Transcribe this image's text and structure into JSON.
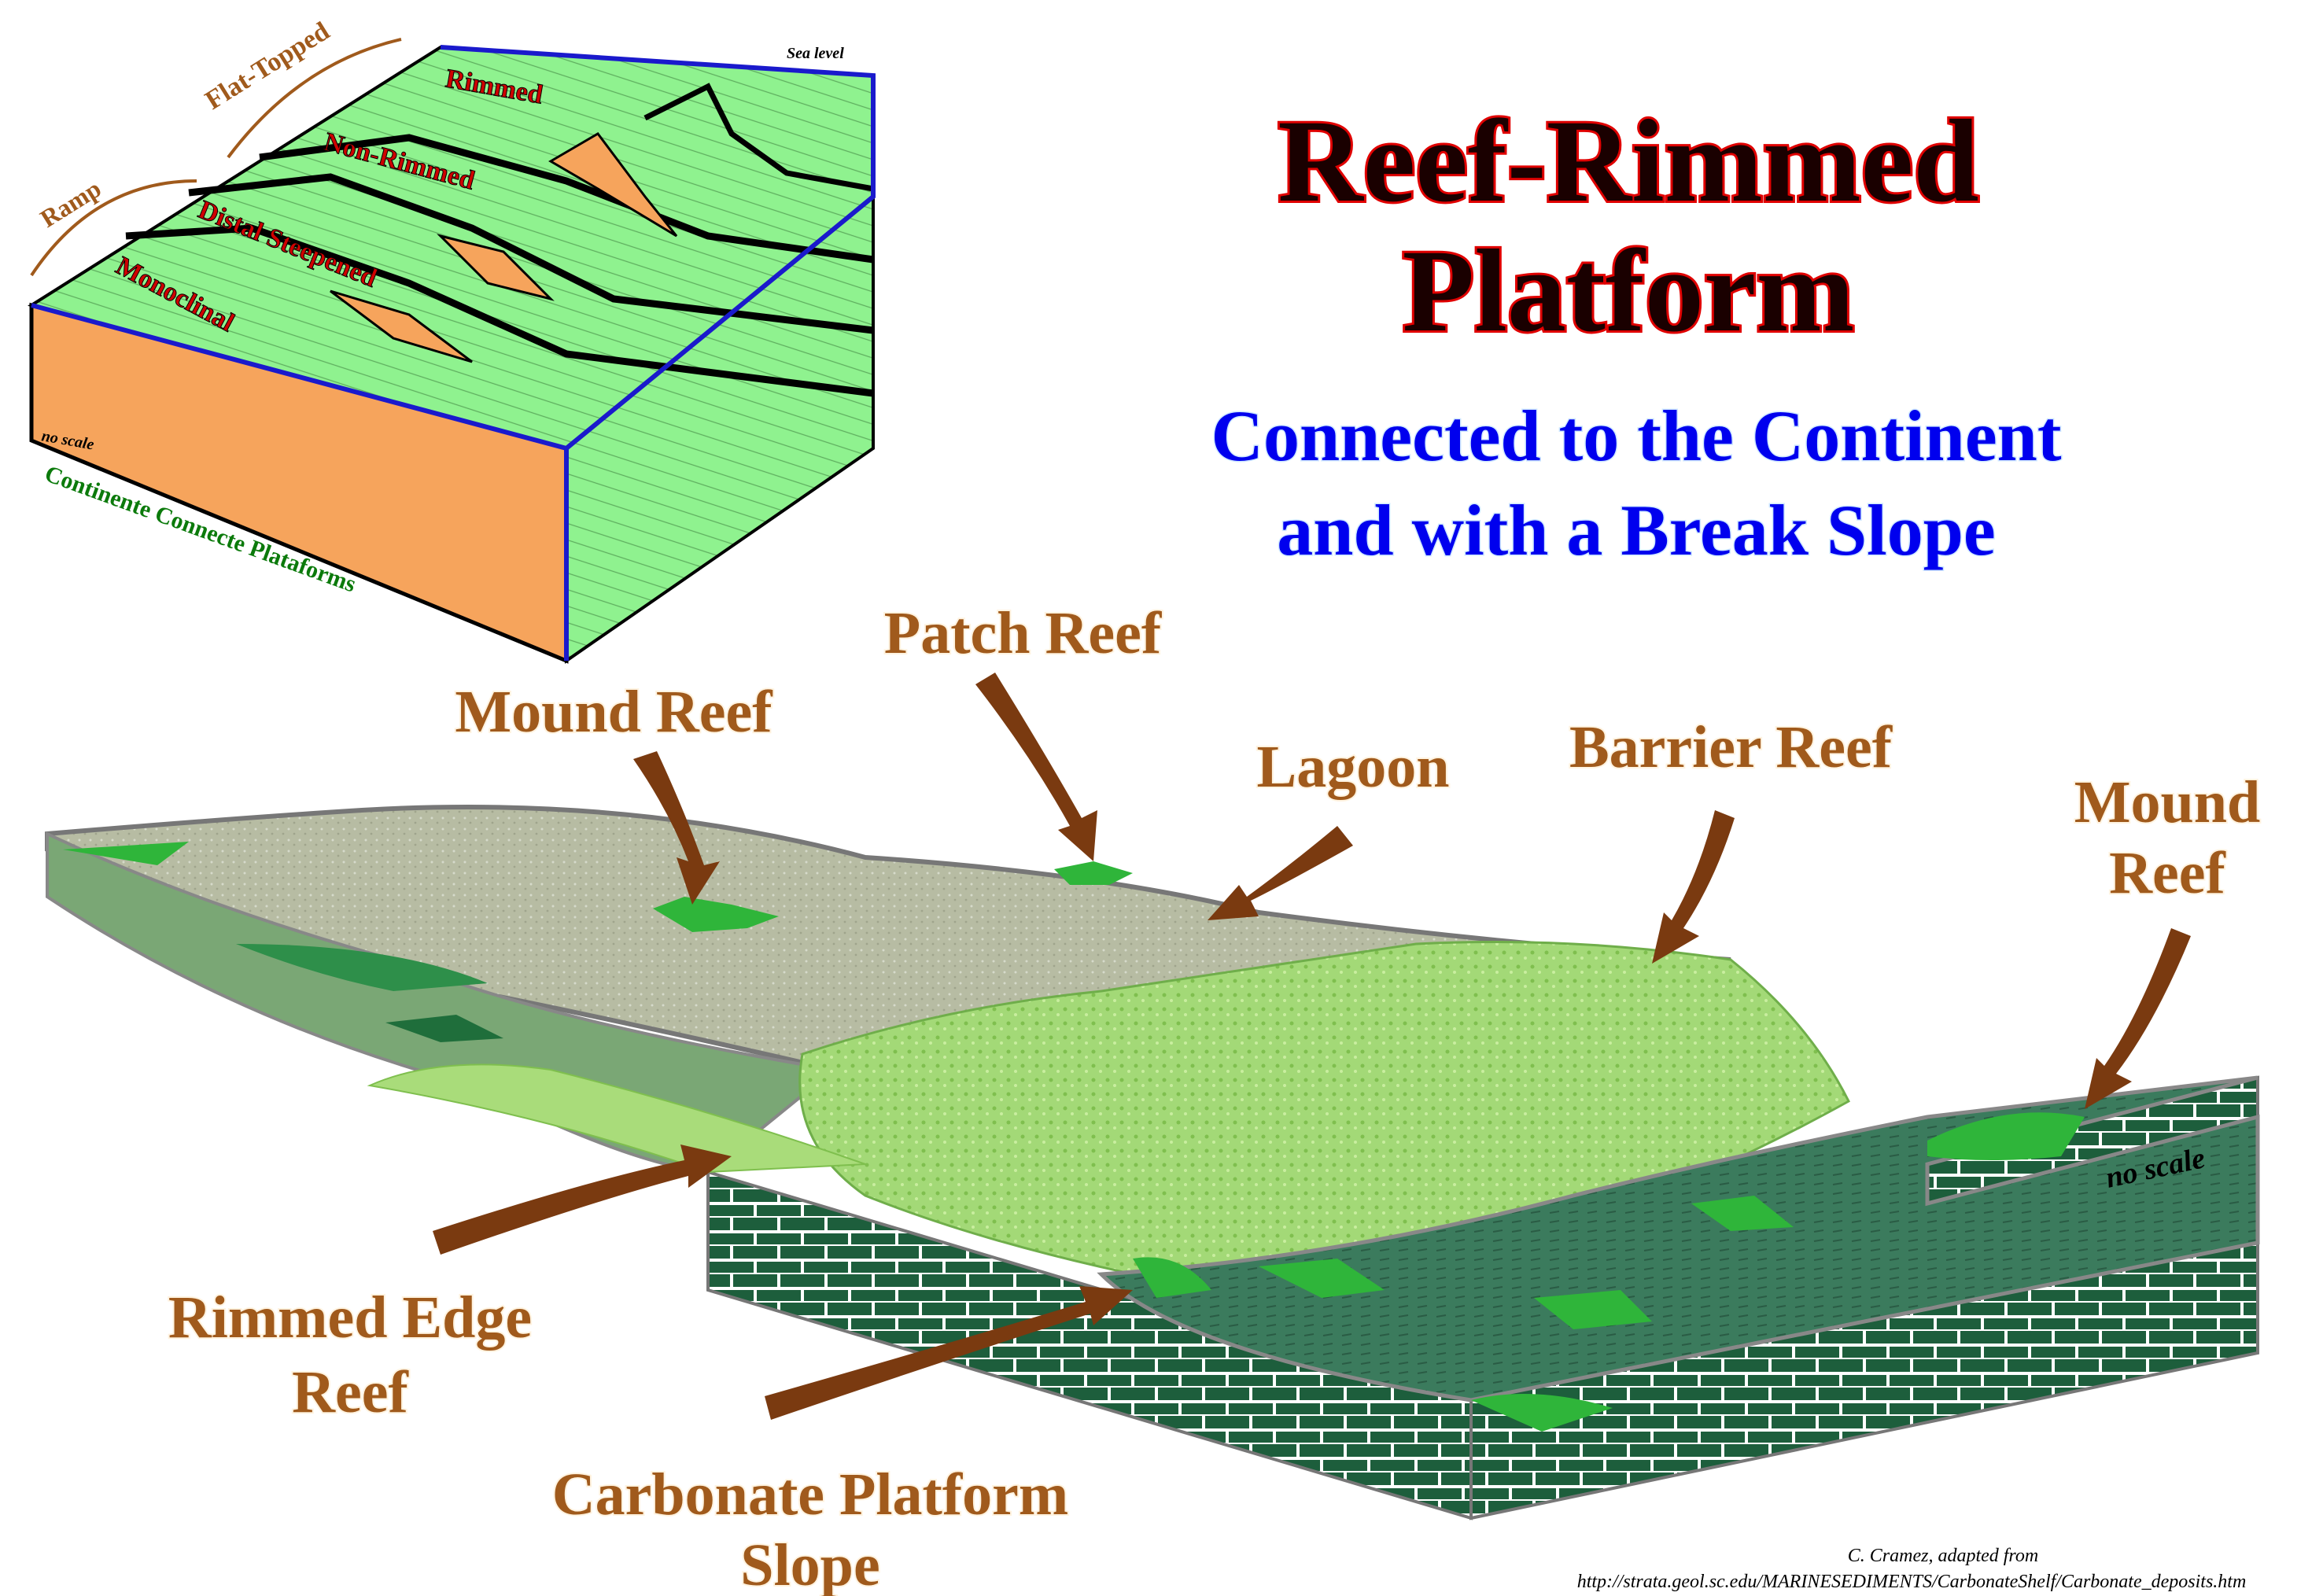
{
  "title": {
    "line1": "Reef-Rimmed",
    "line2": "Platform",
    "sub_line1": "Connected to the Continent",
    "sub_line2": "and with a Break Slope"
  },
  "inset": {
    "sea_level": "Sea level",
    "group_flat_topped": "Flat-Topped",
    "group_ramp": "Ramp",
    "layer_rimmed": "Rimmed",
    "layer_non_rimmed": "Non-Rimmed",
    "layer_distal_steepened": "Distal Steepened",
    "layer_monoclinal": "Monoclinal",
    "no_scale": "no scale",
    "caption": "Continente Connecte Plataforms"
  },
  "labels": {
    "mound_reef_left": "Mound Reef",
    "patch_reef": "Patch Reef",
    "lagoon": "Lagoon",
    "barrier_reef": "Barrier Reef",
    "mound_reef_right_1": "Mound",
    "mound_reef_right_2": "Reef",
    "rimmed_edge_reef_1": "Rimmed Edge",
    "rimmed_edge_reef_2": "Reef",
    "carbonate_slope_1": "Carbonate Platform",
    "carbonate_slope_2": "Slope",
    "no_scale": "no scale"
  },
  "credit": {
    "line1": "C. Cramez, adapted from",
    "line2": "http://strata.geol.sc.edu/MARINESEDIMENTS/CarbonateShelf/Carbonate_deposits.htm"
  },
  "colors": {
    "title_fill": "#1a0000",
    "title_outline": "#e00000",
    "subtitle": "#0000ee",
    "label": "#a05a1c",
    "arrow": "#7a3a10",
    "inset_green": "#8ff28f",
    "inset_orange": "#f6a45c",
    "inset_frame": "#1a1acc",
    "lagoon": "#b9bda6",
    "reef_light": "#a9dc7a",
    "slope_dark": "#3c7a5e",
    "mound": "#2fb53a"
  }
}
